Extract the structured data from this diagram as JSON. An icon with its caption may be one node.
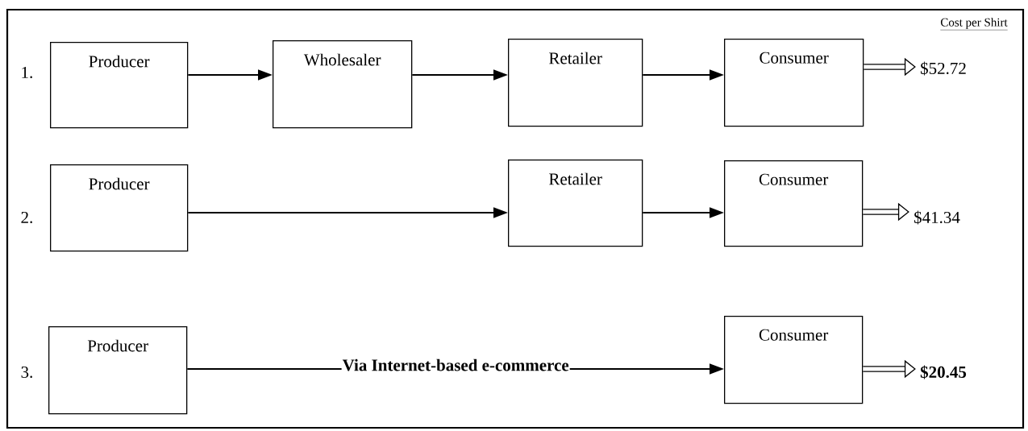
{
  "diagram": {
    "nodes": [
      {
        "text": [
          "Producer"
        ]
      },
      {
        "text": [
          "Wholesaler"
        ]
      },
      {
        "text": [
          "Retailer"
        ]
      },
      {
        "text": [
          "Consumer"
        ]
      },
      {
        "text": [
          "$52.72"
        ]
      },
      {
        "text": [
          "Producer"
        ]
      },
      {
        "text": [
          "Retailer"
        ]
      },
      {
        "text": [
          "Consumer"
        ]
      },
      {
        "text": [
          "$41.34"
        ]
      },
      {
        "text": [
          "Producer"
        ]
      },
      {
        "text": [
          "Consumer"
        ]
      },
      {
        "text": [
          "$20.45"
        ]
      }
    ],
    "edges": [
      {
        "from": 0,
        "to": 1,
        "arrow": "to"
      },
      {
        "from": 1,
        "to": 2,
        "arrow": "to"
      },
      {
        "from": 2,
        "to": 3,
        "arrow": "to"
      },
      {
        "from": 3,
        "to": 4,
        "arrow": "to",
        "style": "thick"
      },
      {
        "from": 5,
        "to": 6,
        "arrow": "to"
      },
      {
        "from": 6,
        "to": 7,
        "arrow": "to"
      },
      {
        "from": 7,
        "to": 8,
        "arrow": "to",
        "style": "thick"
      },
      {
        "from": 9,
        "to": 10,
        "arrow": "to",
        "label": "Via Internet-based e-commerce"
      },
      {
        "from": 10,
        "to": 11,
        "arrow": "to",
        "style": "thick"
      }
    ],
    "labels": [
      "Cost per Shirt",
      "1.",
      "2.",
      "3."
    ]
  }
}
